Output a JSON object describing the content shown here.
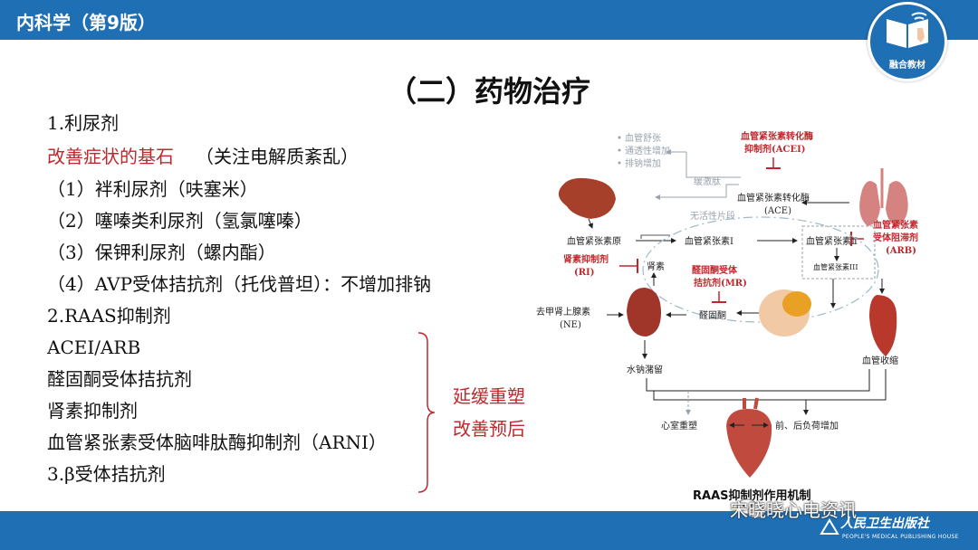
{
  "header": {
    "title": "内科学（第9版）",
    "badge_label": "融合教材"
  },
  "slide": {
    "title": "（二）药物治疗"
  },
  "content": {
    "lines": [
      "1.利尿剂",
      "改善症状的基石",
      "（关注电解质紊乱）",
      "（1）袢利尿剂（呋塞米）",
      "（2）噻嗪类利尿剂（氢氯噻嗪）",
      "（3）保钾利尿剂（螺内酯）",
      "（4）AVP受体拮抗剂（托伐普坦）：不增加排钠",
      "2.RAAS抑制剂",
      "ACEI/ARB",
      "醛固酮受体拮抗剂",
      "肾素抑制剂",
      "血管紧张素受体脑啡肽酶抑制剂（ARNI）",
      "3.β受体拮抗剂"
    ],
    "bracket_labels": [
      "延缓重塑",
      "改善预后"
    ]
  },
  "diagram": {
    "caption": "RAAS抑制剂作用机制",
    "labels": {
      "vasodilation": "血管舒张",
      "permeability": "通透性增加",
      "natriuresis": "排钠增加",
      "bradykinin": "缓激肽",
      "inactive_fragment": "无活性片段",
      "acei_1": "血管紧张素转化酶",
      "acei_2": "抑制剂(ACEI)",
      "ace_1": "血管紧张素转化酶",
      "ace_2": "(ACE)",
      "arb_1": "血管紧张素",
      "arb_2": "受体阻滞剂",
      "arb_3": "(ARB)",
      "angiotensinogen": "血管紧张素原",
      "ang1": "血管紧张素Ⅰ",
      "ang2": "血管紧张素Ⅱ",
      "ang3": "血管紧张素III",
      "ri_1": "肾素抑制剂",
      "ri_2": "(RI)",
      "renin": "肾素",
      "mr_1": "醛固酮受体",
      "mr_2": "拮抗剂(MR)",
      "aldosterone": "醛固酮",
      "ne_1": "去甲肾上腺素",
      "ne_2": "(NE)",
      "na_retention": "水钠潴留",
      "vasoconstriction": "血管收缩",
      "remodeling": "心室重塑",
      "load_increase": "前、后负荷增加"
    }
  },
  "footer": {
    "watermark": "宋晓晓心电资讯",
    "publisher": "人民卫生出版社",
    "publisher_en": "PEOPLE'S MEDICAL PUBLISHING HOUSE"
  },
  "colors": {
    "brand_blue": "#1f6fb5",
    "accent_red": "#c0282d"
  }
}
